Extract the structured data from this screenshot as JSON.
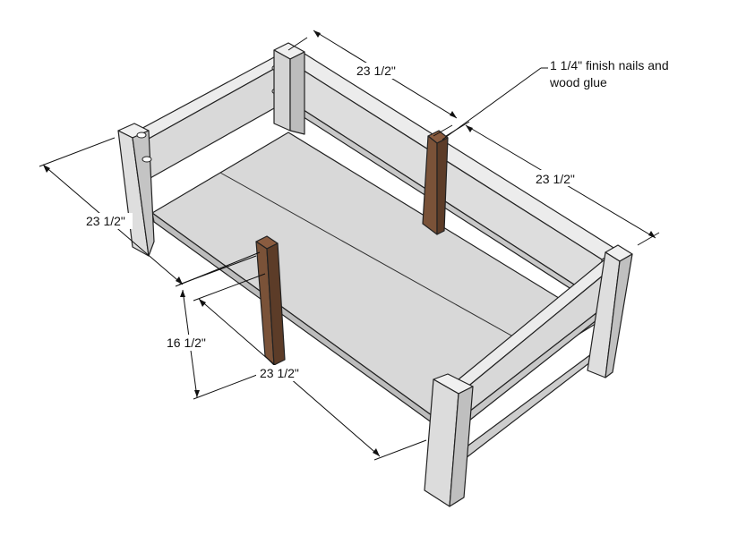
{
  "diagram": {
    "dimensions": {
      "top_back": "23 1/2\"",
      "right_side": "23 1/2\"",
      "left_side": "23 1/2\"",
      "front_bottom": "23 1/2\"",
      "height": "16 1/2\""
    },
    "callout": {
      "line1": "1 1/4\" finish nails and",
      "line2": "wood glue"
    },
    "colors": {
      "panel_light": "#e6e6e6",
      "panel_mid": "#d6d6d6",
      "panel_dark": "#c4c4c4",
      "shelf": "#d3d3d3",
      "support_wood": "#7a5238",
      "support_wood_dark": "#5c3c28",
      "outline": "#222222"
    }
  }
}
